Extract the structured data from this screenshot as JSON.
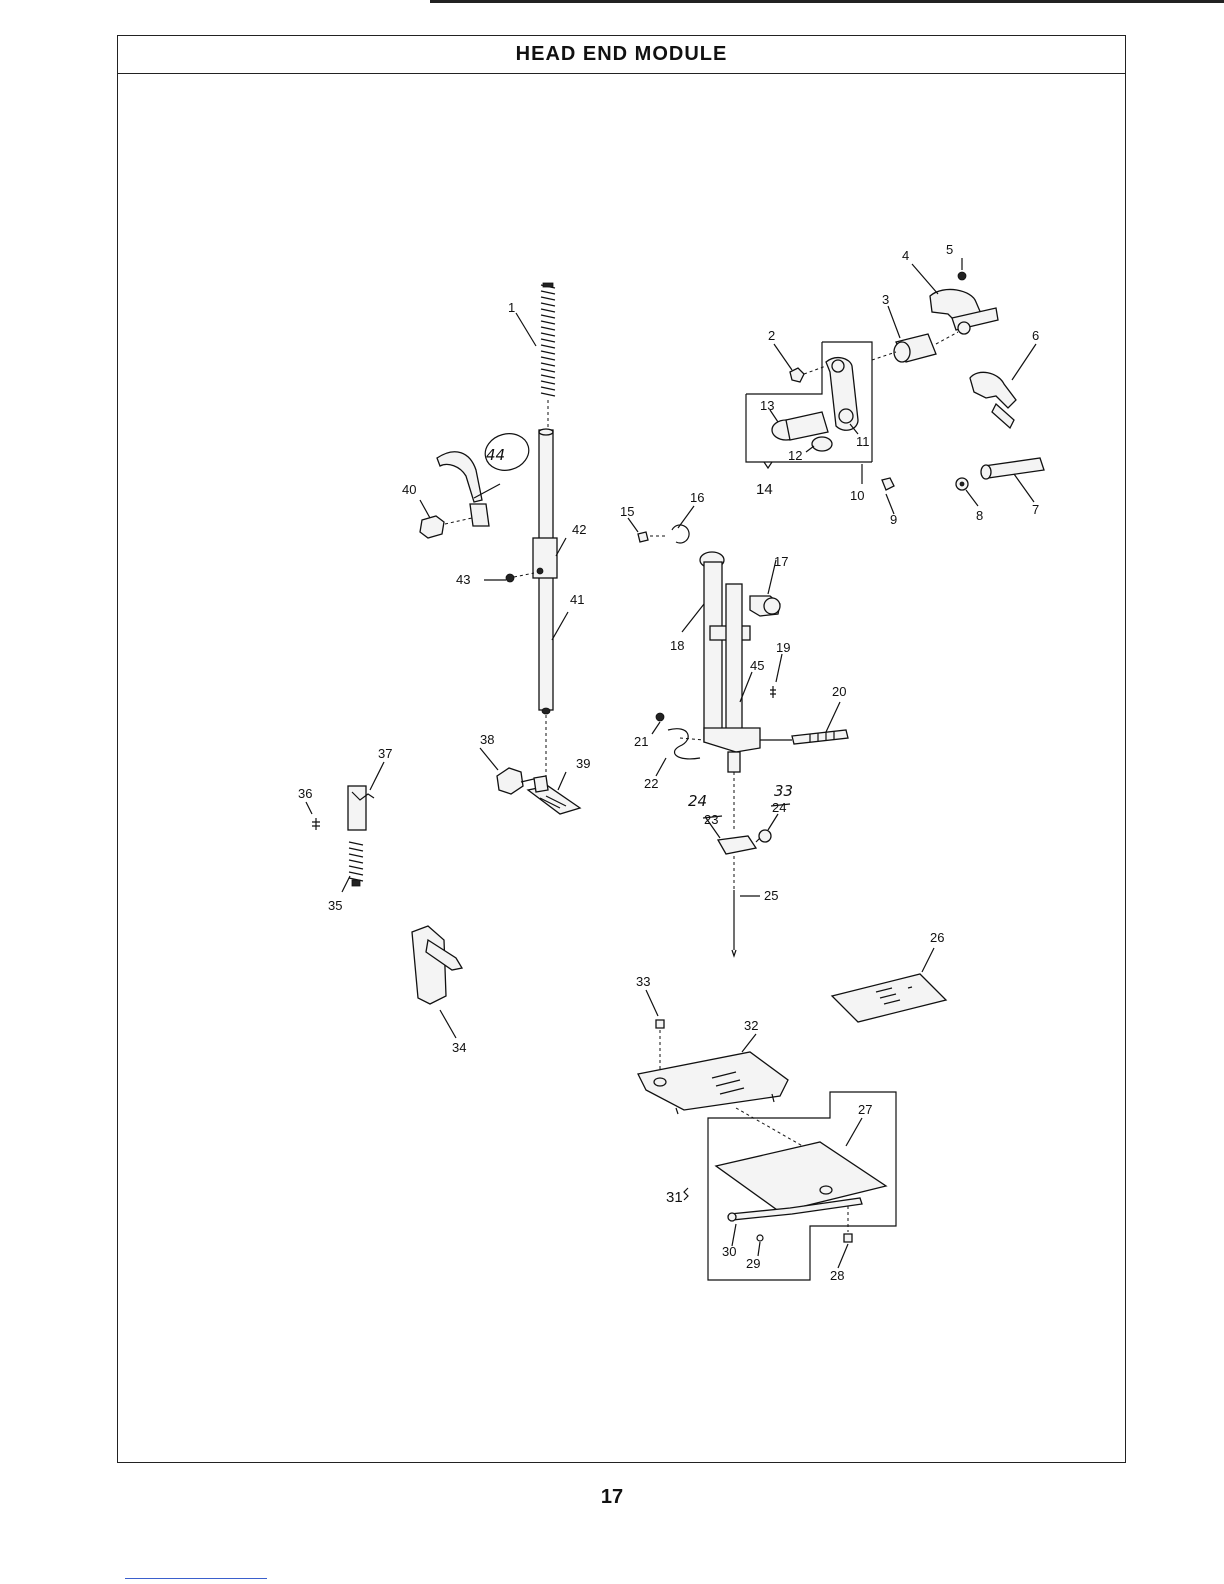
{
  "header": {
    "title": "HEAD END MODULE"
  },
  "footer": {
    "page_number": "17"
  },
  "callouts": {
    "c1": "1",
    "c2": "2",
    "c3": "3",
    "c4": "4",
    "c5": "5",
    "c6": "6",
    "c7": "7",
    "c8": "8",
    "c9": "9",
    "c10": "10",
    "c11": "11",
    "c12": "12",
    "c13": "13",
    "c14": "14",
    "c15": "15",
    "c16": "16",
    "c17": "17",
    "c18": "18",
    "c19": "19",
    "c20": "20",
    "c21": "21",
    "c22": "22",
    "c23": "23",
    "c24": "24",
    "c25": "25",
    "c26": "26",
    "c27": "27",
    "c28": "28",
    "c29": "29",
    "c30": "30",
    "c31": "31",
    "c32": "32",
    "c33": "33",
    "c34": "34",
    "c35": "35",
    "c36": "36",
    "c37": "37",
    "c38": "38",
    "c39": "39",
    "c40": "40",
    "c41": "41",
    "c42": "42",
    "c43": "43",
    "c44": "44",
    "c45": "45",
    "hand23": "24",
    "hand24": "33"
  }
}
